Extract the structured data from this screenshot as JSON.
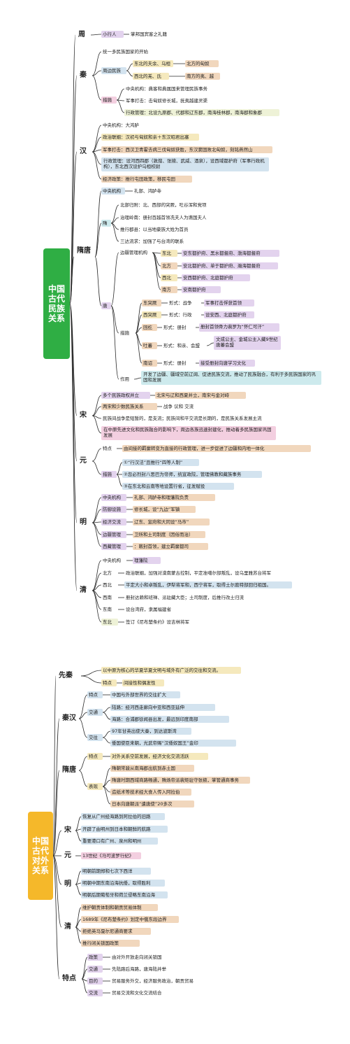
{
  "map1": {
    "root": "中国古代民族关系",
    "zhou": {
      "label": "周",
      "c1": "小行人",
      "c2": "掌邦国宾客之礼籍"
    },
    "qin": {
      "label": "秦",
      "a": "统一多民族国家的开始",
      "b": "周边民族",
      "b1": "东北的夫余、乌桓",
      "b1r": "北方的匈奴",
      "b2": "西北的羌、氐",
      "b2r": "南方的夷、越",
      "c": "措施",
      "c1": "中央机构：典客和典属国来管理民族事务",
      "c2": "军事打击：击匈奴修长城，抚夷越建灵渠",
      "c3": "行政管理：北设九原郡、代郡和辽东郡，南海桂林郡，南海郡和象郡"
    },
    "han": {
      "label": "汉",
      "a": "中央机构：大鸿胪",
      "b": "政治联姻：汉初与匈奴和亲＋东汉昭君出塞",
      "c": "军事打击：西汉卫青霍去病三伐匈奴获胜，东汉窦固败北匈奴，刻铭燕然山",
      "d": "行政管理：设河西四郡（敦煌、张掖、武威、酒泉），设西域都护府（军事行政机构），东北西汉设护乌桓校尉",
      "e": "经济政策：推行屯田政策，移民屯田"
    },
    "suitang": {
      "label": "隋唐",
      "a": "中央机构",
      "a1": "礼部、鸿胪寺",
      "sui": "隋",
      "sui1": "北部归附：北、西部的突厥，吐谷浑和党项",
      "sui2": "治理岭南：册封百越首领冼夫人为谯国夫人",
      "sui3": "推行郡县：以当地豪族大姓为首员",
      "sui4": "三达流求：加强了与台湾的联系",
      "tang": "唐",
      "dist": "边疆管理机构",
      "d1": "东北",
      "d1r": "安东都护府、黑水都督府、渤海都督府",
      "d2": "北方",
      "d2r": "安北都护府、单于都护府、瀚海都督府",
      "d3": "西北",
      "d3r": "安西都护府、北庭都护府",
      "d4": "南方",
      "d4r": "安南都护府",
      "meas": "措施",
      "m1": "东突厥",
      "m1a": "形式：战争",
      "m1b": "军事打击俘获首领",
      "m2": "西突厥",
      "m2a": "形式：行政",
      "m2b": "设安西、北庭都护府",
      "m3": "回纥",
      "m3a": "形式：册封",
      "m3b": "册封首领骨力裴罗为“怀仁可汗”",
      "m4": "吐蕃",
      "m4a": "形式：和亲、会盟",
      "m4b": "文成公主、金城公主入藏9世纪唐蕃会盟",
      "m5": "南诏",
      "m5a": "形式：册封",
      "m5b": "接受册封向唐学习文化",
      "eff": "作用",
      "eff1": "开发了边疆、疆域空前辽阔、促进民族交流，推动了民族融合，有利于多民族国家的巩固和发展"
    },
    "song": {
      "label": "宋",
      "a": "多个民族政权并立",
      "a1": "北宋与辽和西夏并立，南宋与金对峙",
      "b": "两宋和少数民族关系",
      "b1": "战争 议和 交流",
      "c": "民族间战争是短暂的，是支流；民族间和平交流是长期的，是民族关系发展主流",
      "d": "在中原先进文化和民族融合的影响下，周边各族迅速封建化，推动着多民族国家巩固发展"
    },
    "yuan": {
      "label": "元",
      "a": "特点",
      "a1": "由间接的羁縻转变为直接的行政管理，进一步促进了边疆和内地一体化",
      "b": "措施",
      "b1": "①“行汉法”且推行“四等人制”",
      "b2": "②忽必烈封八思巴为帝师，统宣政院，管理佛教和藏族事务",
      "b3": "③在东北和云南等地设置行省，征发赋役"
    },
    "ming": {
      "label": "明",
      "a": "中央机构",
      "a1": "礼部、鸿胪寺和理藩院负责",
      "b": "防御设施",
      "b1": "修长城，设“九边”军镇",
      "c": "经济交流",
      "c1": "辽东、宣府和大同设“马市”",
      "d": "边疆管理",
      "d1": "卫所和土司制度（因俗而治）",
      "e": "西藏管理",
      "e1": "：敕封首领，建立羁縻都司"
    },
    "qing": {
      "label": "清",
      "a": "中央机构",
      "a1": "理藩院",
      "b": "北方",
      "b1": "政治联姻，加强对漠南蒙古控制，平定准噶尔部叛乱，设乌里雅苏台将军",
      "c": "西北",
      "c1": "平定大小和卓叛乱，伊犁将军和，西宁将军，取得土尔扈特部回归祖国。",
      "d": "西南",
      "d1": "册封达赖和班禅、派驻藏大臣；土司制度，后推行改土归流",
      "e": "东南",
      "e1": "设台湾府，隶属福建省",
      "f": "东北",
      "f1": "签订《尼布楚条约》设吉林将军"
    }
  },
  "map2": {
    "root": "中国古代对外关系",
    "xianqin": {
      "label": "先秦",
      "a": "以中原为核心的华夏华夏文明与域外有广泛的交往和交流。",
      "b": "特点",
      "b1": "间接性和偶发性"
    },
    "qinhan": {
      "label": "秦汉",
      "a": "特点",
      "a1": "中国与外部世界的交往扩大",
      "b": "交通",
      "b1": "陆路：经河西走廊向中亚和西亚延伸",
      "b2": "海路：合浦郡徐闻县出发，最远到印度南部",
      "c": "交往",
      "c1": "97年甘英出使大秦，到达波斯湾",
      "c2": "倭国使臣来朝，光武帝赐“汉倭奴国王”金印"
    },
    "suitang": {
      "label": "隋唐",
      "a": "特点",
      "a1": "对外关系空前发展，经济文化交流活跃",
      "b": "表现",
      "b1": "隋朝常骏从南海郡出航到赤土国",
      "b2": "隋唐时期西域商路畅通，隋炀帝派裴矩驻守张掖，掌管通商事务",
      "b3": "造纸术等技术经大食人传入阿拉伯",
      "b4": "日本向唐朝派“遣唐使”20多次"
    },
    "song": {
      "label": "宋",
      "a": "恢复从广州经海路到阿拉伯的旧路",
      "b": "开辟了由明州到日本和朝鲜的航路",
      "c": "重要港口有广州、泉州和明州"
    },
    "yuan": {
      "label": "元",
      "a": "13世纪《马可波罗行纪》"
    },
    "ming": {
      "label": "明",
      "a": "明朝前期郑和七次下西洋",
      "b": "明朝中期东南沿海抗倭，取得胜利",
      "c": "明朝后期葡萄牙和荷兰侵略东南沿海"
    },
    "qing": {
      "label": "清",
      "a": "维护朝贡体制和朝贡贸易体制",
      "b": "1689年《尼布楚条约》划定中俄东段边界",
      "c": "拒绝英马戛尔尼通商要求",
      "d": "推行闭关锁国政策"
    },
    "tedian": {
      "label": "特点",
      "a": "政策",
      "a1": "由对外开放走向闭关锁国",
      "b": "交通",
      "b1": "先陆路后海路，唐海陆并举",
      "c": "目的",
      "c1": "贸易服务外交，经济服务政治，朝贡贸易",
      "d": "交流",
      "d1": "贸易交流和文化交流结合"
    }
  },
  "colors": {
    "root1": "#2fae44",
    "root2": "#f5b82a",
    "line": "#2a2a2a"
  }
}
